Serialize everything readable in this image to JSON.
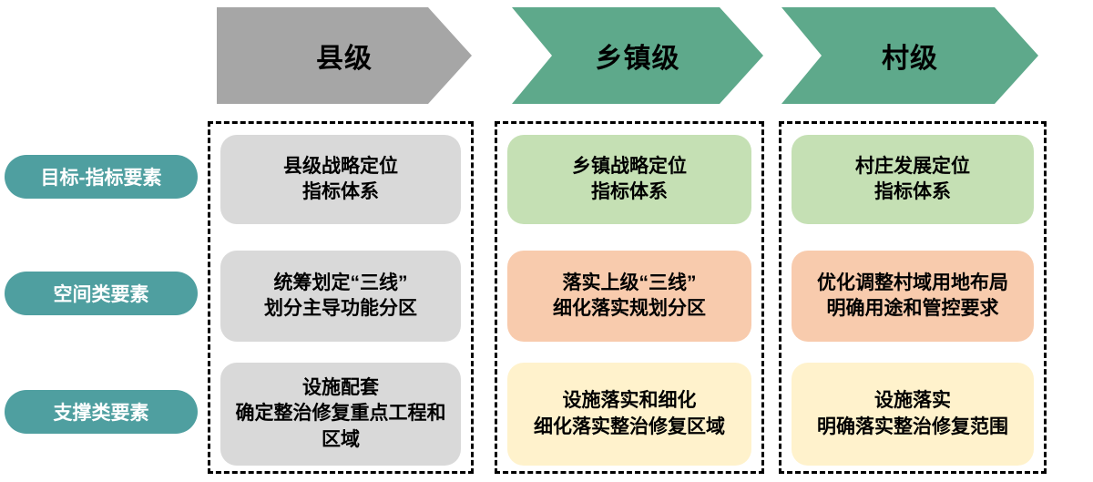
{
  "colors": {
    "arrow_gray": "#a6a6a6",
    "arrow_green": "#5ea98b",
    "pill_teal": "#4f9fa0",
    "pill_text": "#ffffff",
    "box_gray": "#d9d9d9",
    "box_green": "#c5e0b4",
    "box_orange": "#f8cbad",
    "box_yellow": "#fff2cc"
  },
  "row_labels": [
    {
      "label": "目标-指标要素"
    },
    {
      "label": "空间类要素"
    },
    {
      "label": "支撑类要素"
    }
  ],
  "columns": [
    {
      "header": "县级",
      "arrow_color": "gray",
      "boxes": [
        {
          "text": "县级战略定位\n指标体系",
          "color": "gray"
        },
        {
          "text": "统筹划定“三线”\n划分主导功能分区",
          "color": "gray"
        },
        {
          "text": "设施配套\n确定整治修复重点工程和区域",
          "color": "gray"
        }
      ]
    },
    {
      "header": "乡镇级",
      "arrow_color": "green",
      "boxes": [
        {
          "text": "乡镇战略定位\n指标体系",
          "color": "green"
        },
        {
          "text": "落实上级“三线”\n细化落实规划分区",
          "color": "orange"
        },
        {
          "text": "设施落实和细化\n细化落实整治修复区域",
          "color": "yellow"
        }
      ]
    },
    {
      "header": "村级",
      "arrow_color": "green",
      "boxes": [
        {
          "text": "村庄发展定位\n指标体系",
          "color": "green"
        },
        {
          "text": "优化调整村域用地布局\n明确用途和管控要求",
          "color": "orange"
        },
        {
          "text": "设施落实\n明确落实整治修复范围",
          "color": "yellow"
        }
      ]
    }
  ]
}
